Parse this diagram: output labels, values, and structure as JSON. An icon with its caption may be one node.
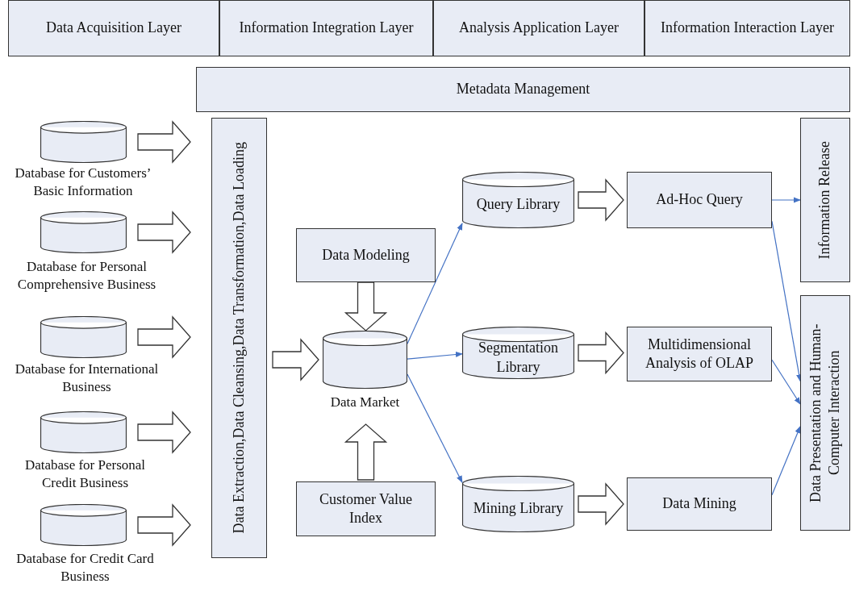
{
  "diagram": {
    "nodes": [
      {
        "text": [
          "Data Acquisition Layer"
        ]
      },
      {
        "text": [
          "Information Integration Layer"
        ]
      },
      {
        "text": [
          "Analysis Application Layer"
        ]
      },
      {
        "text": [
          "Information Interaction Layer"
        ]
      },
      {
        "text": [
          "Metadata Management"
        ]
      },
      {
        "text": [],
        "shape": "cylinder",
        "beside": [
          "Database for Customers’ Basic Information"
        ]
      },
      {
        "text": [],
        "shape": "cylinder",
        "beside": [
          "Database for Personal Comprehensive Business"
        ]
      },
      {
        "text": [],
        "shape": "cylinder",
        "beside": [
          "Database for International Business"
        ]
      },
      {
        "text": [],
        "shape": "cylinder",
        "beside": [
          "Database for Personal Credit Business"
        ]
      },
      {
        "text": [],
        "shape": "cylinder",
        "beside": [
          "Database for Credit Card Business"
        ]
      },
      {
        "text": [
          "Data Extraction,Data Cleansing,Data Transformation,Data Loading"
        ]
      },
      {
        "text": [
          "Data Modeling"
        ]
      },
      {
        "text": [],
        "shape": "cylinder",
        "beside": [
          "Data Market"
        ]
      },
      {
        "text": [
          "Customer Value Index"
        ]
      },
      {
        "text": [
          "Query Library"
        ]
      },
      {
        "text": [
          "Segmentation Library"
        ]
      },
      {
        "text": [
          "Mining Library"
        ]
      },
      {
        "text": [
          "Ad-Hoc Query"
        ]
      },
      {
        "text": [
          "Multidimensional Analysis of OLAP"
        ]
      },
      {
        "text": [
          "Data Mining"
        ]
      },
      {
        "text": [
          "Information Release"
        ]
      },
      {
        "text": [
          "Data Presentation and Human-Computer Interaction"
        ]
      }
    ],
    "edges": [
      {
        "from": 5,
        "to": 10,
        "arrow": "to",
        "style": "thick"
      },
      {
        "from": 6,
        "to": 10,
        "arrow": "to",
        "style": "thick"
      },
      {
        "from": 7,
        "to": 10,
        "arrow": "to",
        "style": "thick"
      },
      {
        "from": 8,
        "to": 10,
        "arrow": "to",
        "style": "thick"
      },
      {
        "from": 9,
        "to": 10,
        "arrow": "to",
        "style": "thick"
      },
      {
        "from": 10,
        "to": 12,
        "arrow": "to",
        "style": "thick"
      },
      {
        "from": 11,
        "to": 12,
        "arrow": "to",
        "style": "thick"
      },
      {
        "from": 13,
        "to": 12,
        "arrow": "to",
        "style": "thick"
      },
      {
        "from": 12,
        "to": 14,
        "arrow": "to",
        "color": "#4472c4"
      },
      {
        "from": 12,
        "to": 15,
        "arrow": "to",
        "color": "#4472c4"
      },
      {
        "from": 12,
        "to": 16,
        "arrow": "to",
        "color": "#4472c4"
      },
      {
        "from": 14,
        "to": 17,
        "arrow": "to",
        "style": "thick"
      },
      {
        "from": 15,
        "to": 18,
        "arrow": "to",
        "style": "thick"
      },
      {
        "from": 16,
        "to": 19,
        "arrow": "to",
        "style": "thick"
      },
      {
        "from": 17,
        "to": 20,
        "arrow": "to",
        "color": "#4472c4"
      },
      {
        "from": 17,
        "to": 21,
        "arrow": "to",
        "color": "#4472c4"
      },
      {
        "from": 18,
        "to": 21,
        "arrow": "to",
        "color": "#4472c4"
      },
      {
        "from": 19,
        "to": 21,
        "arrow": "to",
        "color": "#4472c4"
      }
    ]
  }
}
